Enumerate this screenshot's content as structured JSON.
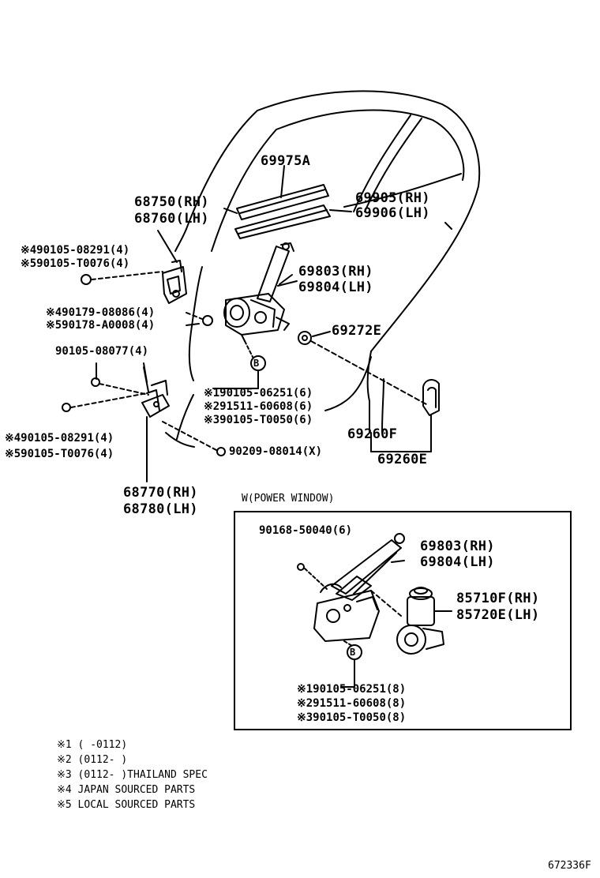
{
  "labels": {
    "p69975a": "69975A",
    "p68750": "68750(RH)",
    "p68760": "68760(LH)",
    "p69905": "69905(RH)",
    "p69906": "69906(LH)",
    "b4_08291_top": "※490105-08291(4)",
    "b5_t0076_top": "※590105-T0076(4)",
    "p69803": "69803(RH)",
    "p69804": "69804(LH)",
    "n4_08086": "※490179-08086(4)",
    "n5_a0008": "※590178-A0008(4)",
    "p69272e": "69272E",
    "b_08077": "90105-08077(4)",
    "b1_06251": "※190105-06251(6)",
    "b2_60608": "※291511-60608(6)",
    "b3_t0050": "※390105-T0050(6)",
    "b4_08291_bot": "※490105-08291(4)",
    "b5_t0076_bot": "※590105-T0076(4)",
    "p69260f": "69260F",
    "w_08014": "90209-08014(X)",
    "p69260e": "69260E",
    "p68770": "68770(RH)",
    "p68780": "68780(LH)",
    "callout_b_top": "B"
  },
  "power_window": {
    "title": "W(POWER WINDOW)",
    "b_50040": "90168-50040(6)",
    "p69803": "69803(RH)",
    "p69804": "69804(LH)",
    "p85710f": "85710F(RH)",
    "p85720e": "85720E(LH)",
    "b1_06251": "※190105-06251(8)",
    "b2_60608": "※291511-60608(8)",
    "b3_t0050": "※390105-T0050(8)",
    "callout_b": "B"
  },
  "notes": [
    "※1 (     -0112)",
    "※2 (0112-     )",
    "※3 (0112-     )THAILAND SPEC",
    "※4 JAPAN SOURCED PARTS",
    "※5 LOCAL SOURCED PARTS"
  ],
  "figure_code": "672336F"
}
